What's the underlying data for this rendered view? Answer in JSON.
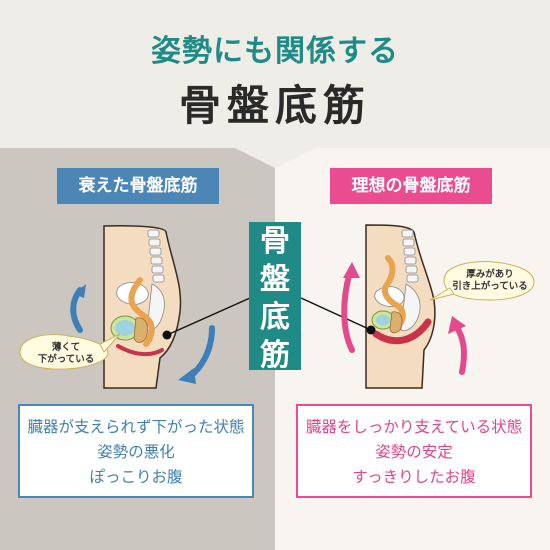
{
  "title": {
    "line1": "姿勢にも関係する",
    "line2": "骨盤底筋"
  },
  "left": {
    "label": "衰えた骨盤底筋",
    "bubble": [
      "薄くて",
      "下がっている"
    ],
    "description": [
      "臓器が支えられず下がった状態",
      "姿勢の悪化",
      "ぽっこりお腹"
    ]
  },
  "right": {
    "label": "理想の骨盤底筋",
    "bubble": [
      "厚みがあり",
      "引き上がっている"
    ],
    "description": [
      "臓器をしっかり支えている状態",
      "姿勢の安定",
      "すっきりしたお腹"
    ]
  },
  "center": {
    "chars": [
      "骨",
      "盤",
      "底",
      "筋"
    ]
  },
  "colors": {
    "teal": "#1f8a86",
    "blue": "#4b86b7",
    "pink": "#e94c8f",
    "muscle": "#c8334a",
    "body": "#f3dcc0"
  }
}
